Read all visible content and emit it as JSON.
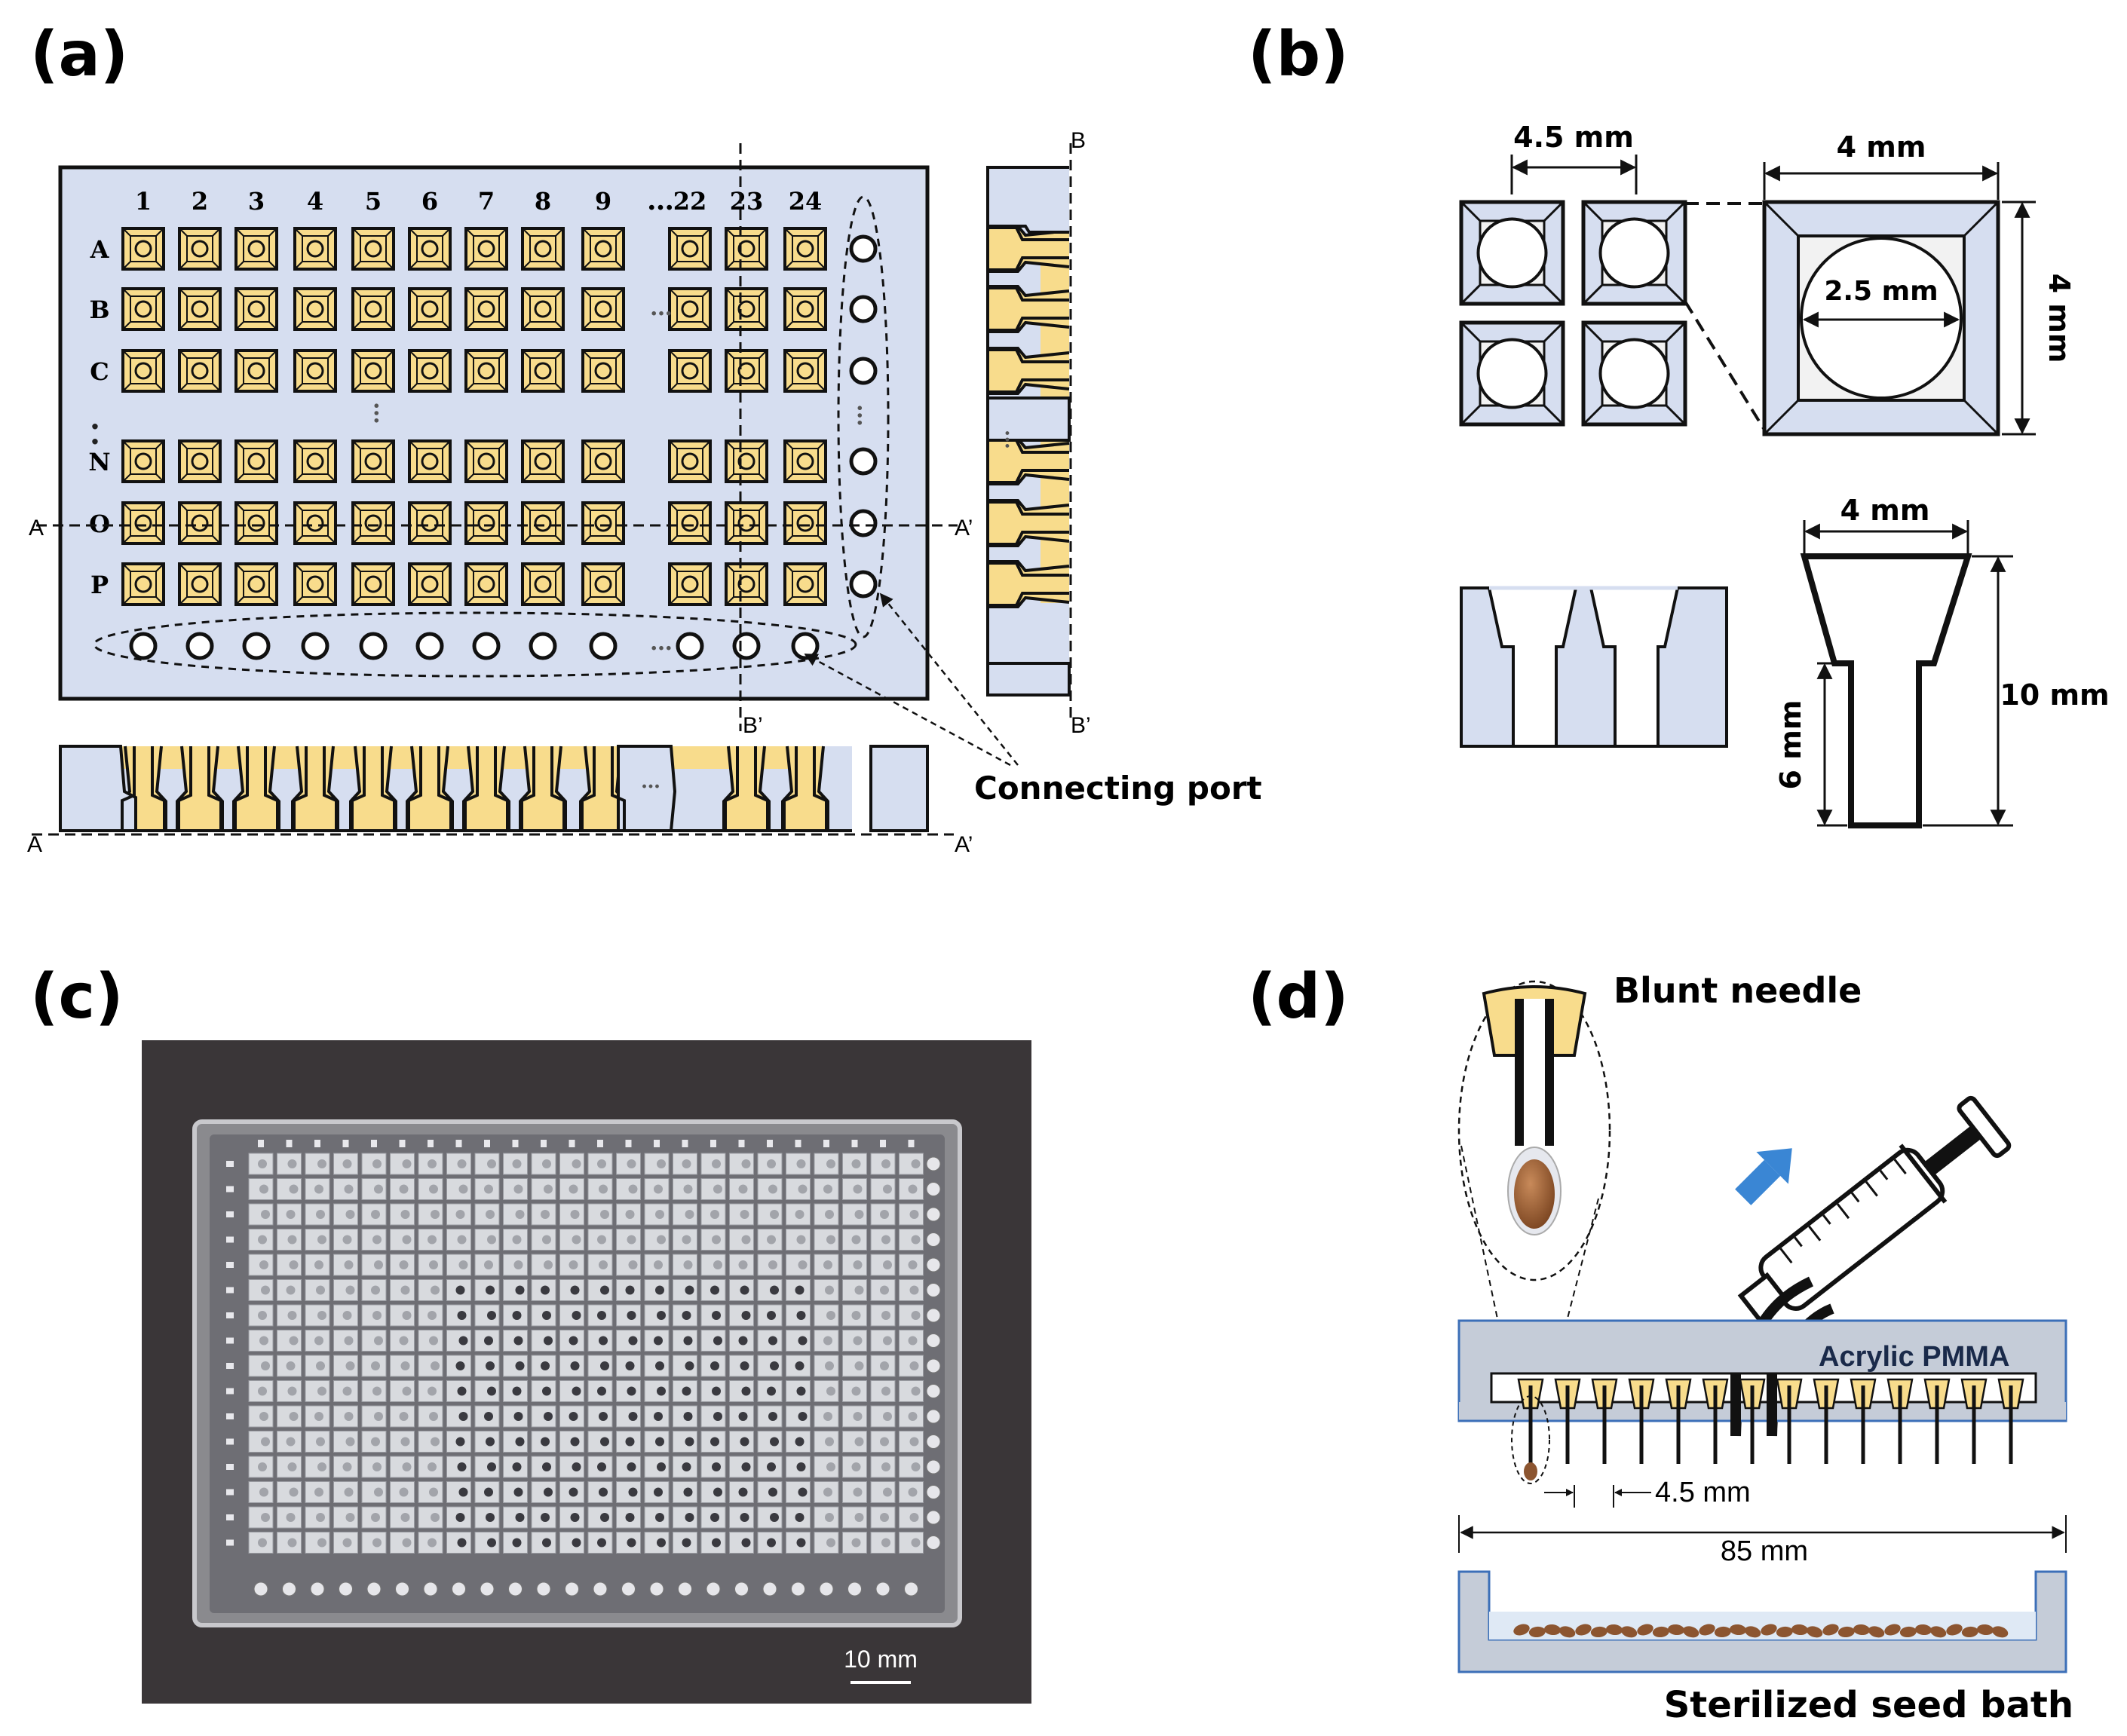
{
  "panels": {
    "a": "(a)",
    "b": "(b)",
    "c": "(c)",
    "d": "(d)"
  },
  "colors": {
    "plate": "#d6def0",
    "well": "#f8dc8c",
    "stroke": "#111111",
    "photo_bg": "#3a3638",
    "arrow": "#3a86d4",
    "seed": "#8c5530"
  },
  "a": {
    "col_labels": [
      "1",
      "2",
      "3",
      "4",
      "5",
      "6",
      "7",
      "8",
      "9",
      "22",
      "23",
      "24"
    ],
    "col_ellipsis": "…",
    "row_labels": [
      "A",
      "B",
      "C",
      "N",
      "O",
      "P"
    ],
    "section_A": "A",
    "section_A2": "A’",
    "section_B": "B",
    "section_B2": "B’",
    "connecting_port": "Connecting port",
    "ellipsis": "…"
  },
  "b": {
    "pitch": "4.5 mm",
    "well_width": "4 mm",
    "well_height": "4 mm",
    "hole_dia": "2.5 mm",
    "top_width": "4 mm",
    "stem_length": "6 mm",
    "total_depth": "10 mm"
  },
  "c": {
    "scale_bar": "10 mm"
  },
  "d": {
    "blunt_needle": "Blunt needle",
    "material": "Acrylic PMMA",
    "needle_pitch": "4.5 mm",
    "width": "85 mm",
    "bath": "Sterilized seed bath"
  }
}
